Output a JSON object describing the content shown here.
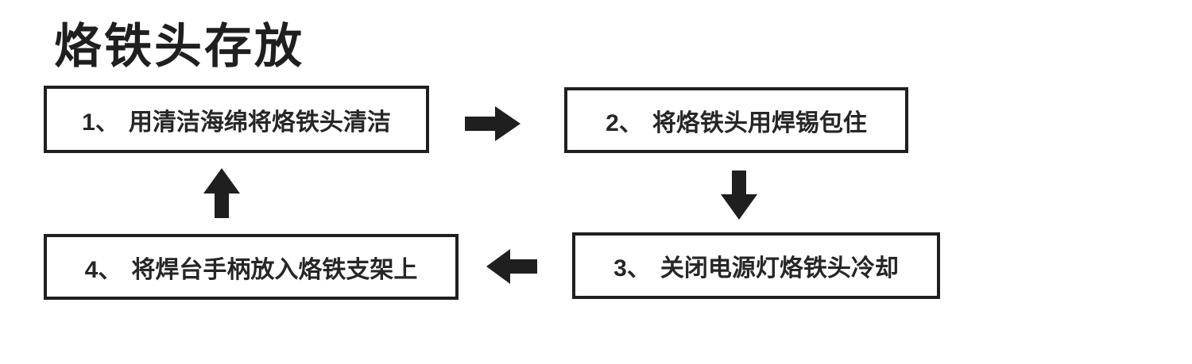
{
  "title": "烙铁头存放",
  "flow": {
    "steps": [
      {
        "number": "1、",
        "text": "用清洁海绵将烙铁头清洁"
      },
      {
        "number": "2、",
        "text": "将烙铁头用焊锡包住"
      },
      {
        "number": "3、",
        "text": "关闭电源灯烙铁头冷却"
      },
      {
        "number": "4、",
        "text": "将焊台手柄放入烙铁支架上"
      }
    ],
    "arrows": [
      {
        "from": "step-1",
        "to": "step-2",
        "direction": "right"
      },
      {
        "from": "step-2",
        "to": "step-3",
        "direction": "down"
      },
      {
        "from": "step-3",
        "to": "step-4",
        "direction": "left"
      },
      {
        "from": "step-4",
        "to": "step-1",
        "direction": "up"
      }
    ]
  },
  "colors": {
    "ink": "#1f1f1f",
    "background": "#ffffff",
    "box_border": "#1f1f1f"
  }
}
